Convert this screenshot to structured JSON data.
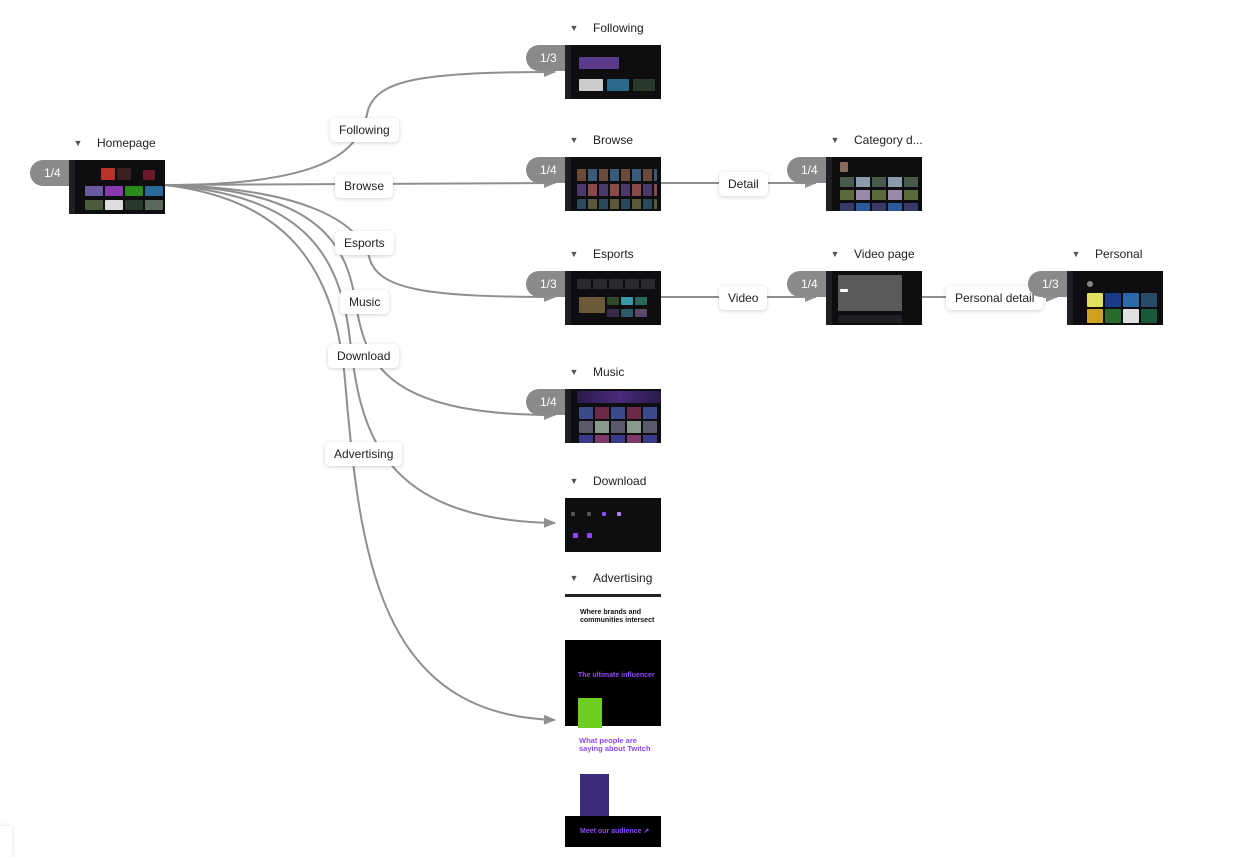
{
  "nodes": [
    {
      "id": "homepage",
      "title": "Homepage",
      "badge": "1/4"
    },
    {
      "id": "following",
      "title": "Following",
      "badge": "1/3"
    },
    {
      "id": "browse",
      "title": "Browse",
      "badge": "1/4"
    },
    {
      "id": "category",
      "title": "Category d...",
      "badge": "1/4"
    },
    {
      "id": "esports",
      "title": "Esports",
      "badge": "1/3"
    },
    {
      "id": "video",
      "title": "Video page",
      "badge": "1/4"
    },
    {
      "id": "personal",
      "title": "Personal",
      "badge": "1/3"
    },
    {
      "id": "music",
      "title": "Music",
      "badge": "1/4"
    },
    {
      "id": "download",
      "title": "Download",
      "badge": ""
    },
    {
      "id": "advertising",
      "title": "Advertising",
      "badge": ""
    }
  ],
  "edges": [
    {
      "from": "homepage",
      "to": "following",
      "label": "Following"
    },
    {
      "from": "homepage",
      "to": "browse",
      "label": "Browse"
    },
    {
      "from": "homepage",
      "to": "esports",
      "label": "Esports"
    },
    {
      "from": "homepage",
      "to": "music",
      "label": "Music"
    },
    {
      "from": "homepage",
      "to": "download",
      "label": "Download"
    },
    {
      "from": "homepage",
      "to": "advertising",
      "label": "Advertising"
    },
    {
      "from": "browse",
      "to": "category",
      "label": "Detail"
    },
    {
      "from": "esports",
      "to": "video",
      "label": "Video"
    },
    {
      "from": "video",
      "to": "personal",
      "label": "Personal detail"
    }
  ],
  "advertising_preview": {
    "headline": "Where brands and communities intersect",
    "section_title": "The ultimate influencer",
    "testimonials_title": "What people are saying about Twitch",
    "cta": "Meet our audience ↗"
  },
  "colors": {
    "edge": "#8f8f8f",
    "badge": "#8a8a8a",
    "thumb_bg": "#0e0e10",
    "accent": "#9147ff"
  }
}
